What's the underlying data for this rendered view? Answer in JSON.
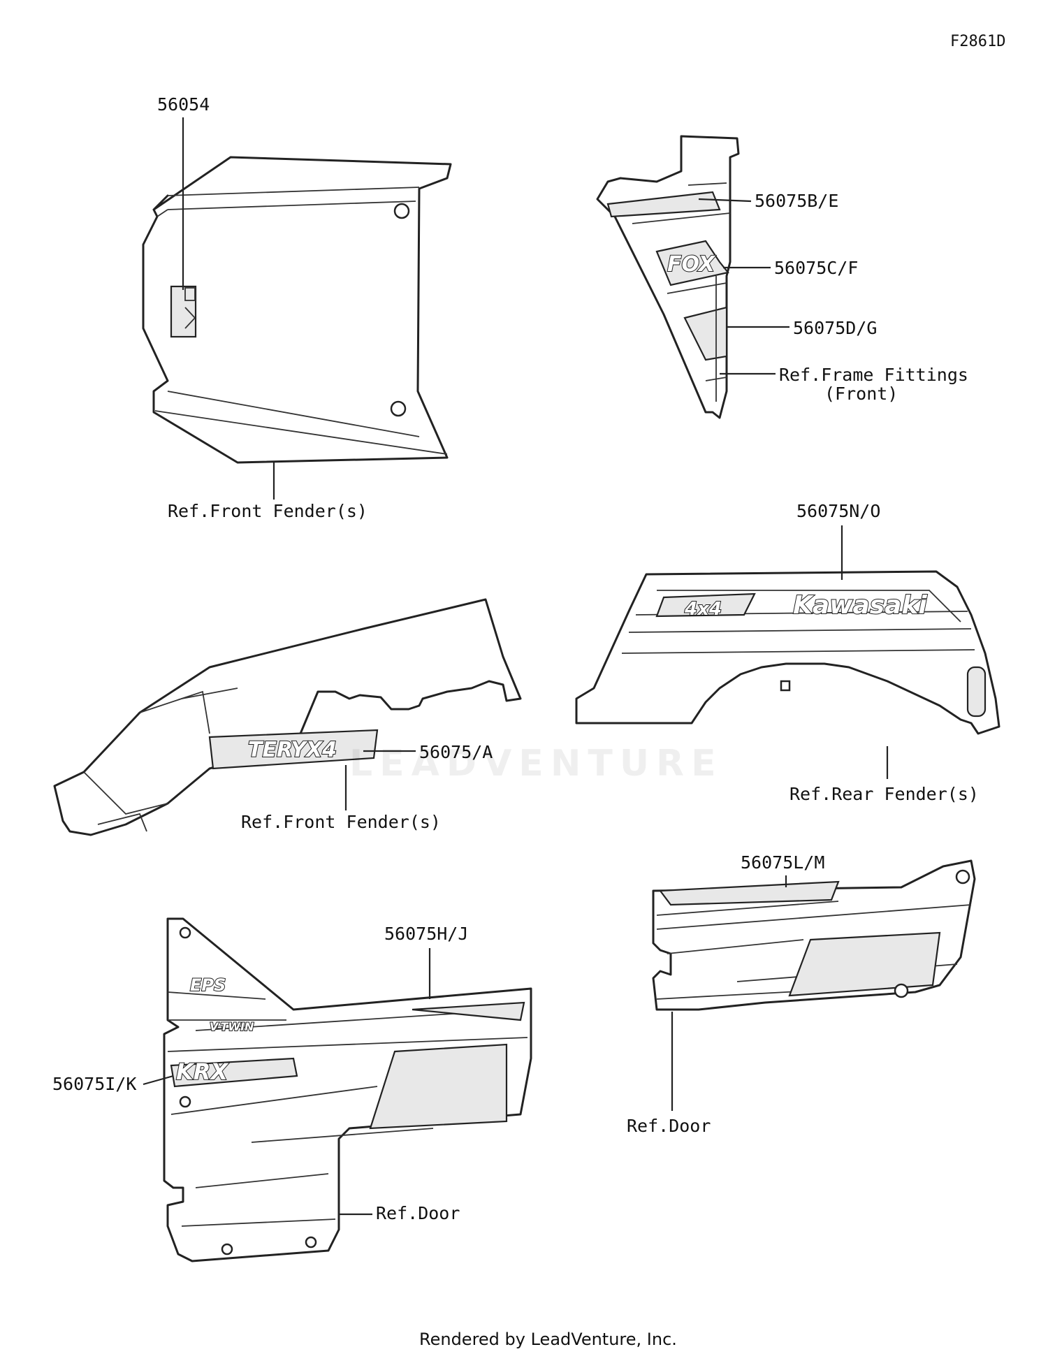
{
  "diagram_code": "F2861D",
  "labels": {
    "l56054": "56054",
    "l56075be": "56075B/E",
    "l56075cf": "56075C/F",
    "l56075dg": "56075D/G",
    "ref_frame_1": "Ref.Frame Fittings",
    "ref_frame_2": "(Front)",
    "ref_front_fender_1": "Ref.Front Fender(s)",
    "l56075no": "56075N/O",
    "l56075a": "56075/A",
    "ref_front_fender_2": "Ref.Front Fender(s)",
    "ref_rear_fender": "Ref.Rear Fender(s)",
    "l56075hj": "56075H/J",
    "l56075lm": "56075L/M",
    "l56075ik": "56075I/K",
    "ref_door_1": "Ref.Door",
    "ref_door_2": "Ref.Door"
  },
  "decals": {
    "fox": "FOX",
    "kawasaki": "Kawasaki",
    "four_by_four": "4x4",
    "teryx4": "TERYX4",
    "eps": "EPS",
    "vtwin": "V-TWIN",
    "krx": "KRX"
  },
  "watermark": "LEADVENTURE",
  "footer": "Rendered by LeadVenture, Inc."
}
